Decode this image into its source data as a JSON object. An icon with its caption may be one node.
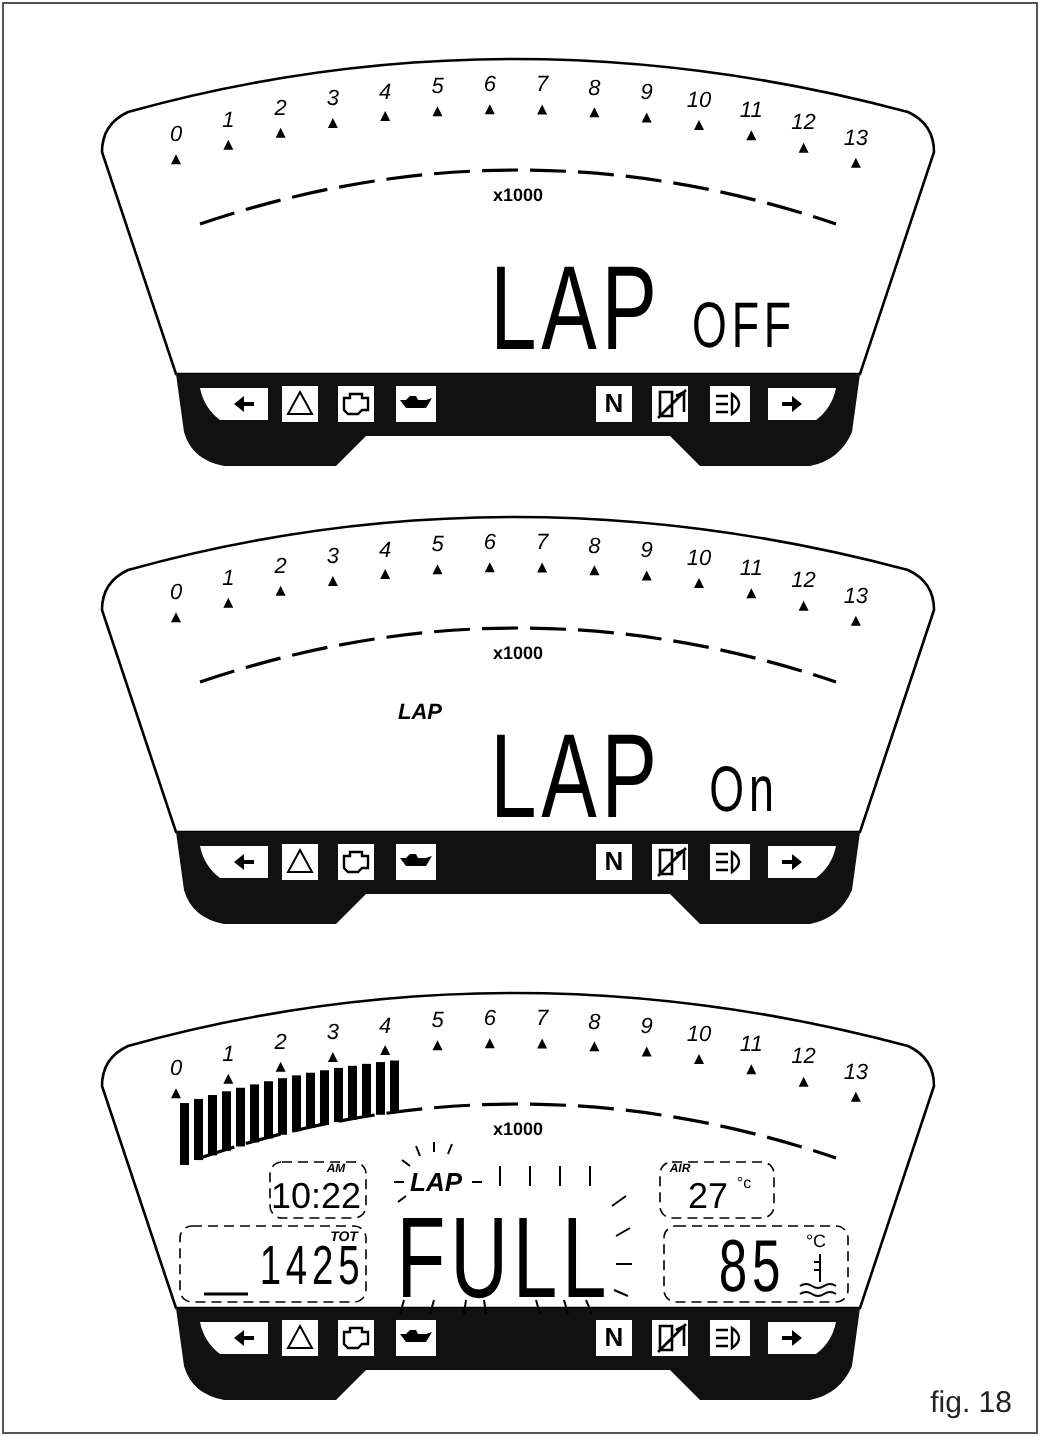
{
  "diagram": {
    "caption": "fig. 18",
    "labels": [
      "0",
      "1",
      "2",
      "3",
      "4",
      "5",
      "6",
      "7",
      "8",
      "9",
      "10",
      "11",
      "12",
      "13",
      "x1000",
      "LAP",
      "OFF",
      "N",
      "0",
      "1",
      "2",
      "3",
      "4",
      "5",
      "6",
      "7",
      "8",
      "9",
      "10",
      "11",
      "12",
      "13",
      "x1000",
      "LAP",
      "LAP",
      "On",
      "N",
      "0",
      "1",
      "2",
      "3",
      "4",
      "5",
      "6",
      "7",
      "8",
      "9",
      "10",
      "11",
      "12",
      "13",
      "x1000",
      "AM",
      "10:22",
      "LAP",
      "AIR",
      "27",
      "°c",
      "TOT",
      "1425",
      "FULL",
      "85",
      "°C",
      "N"
    ]
  }
}
